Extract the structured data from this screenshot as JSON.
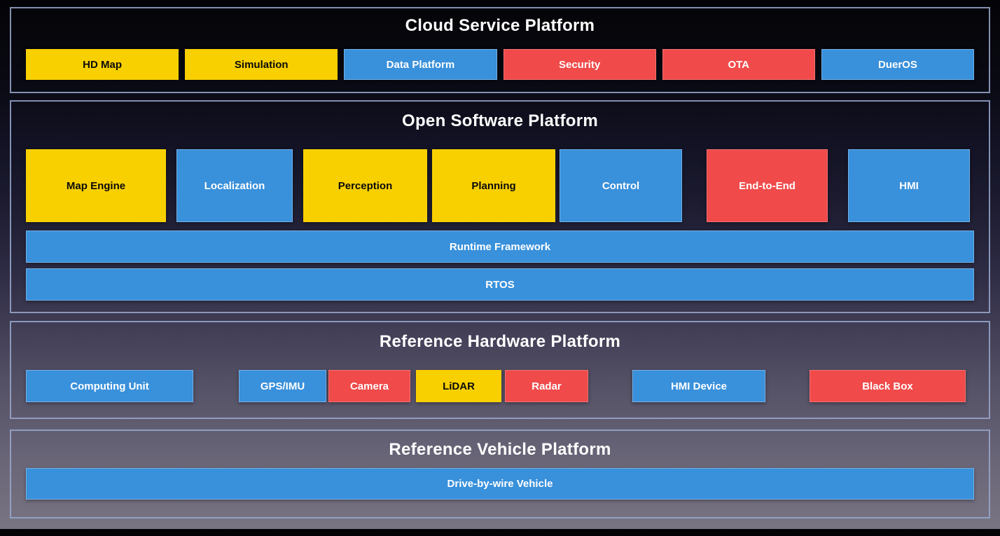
{
  "colors": {
    "yellow": "#F8D000",
    "blue": "#3990DB",
    "red": "#F04A4A",
    "panel_border": "#99A8CC",
    "background_top": "#040407",
    "background_bottom": "#787482"
  },
  "sections": [
    {
      "title": "Cloud Service Platform",
      "boxes": [
        {
          "label": "HD Map",
          "color": "yellow"
        },
        {
          "label": "Simulation",
          "color": "yellow"
        },
        {
          "label": "Data Platform",
          "color": "blue"
        },
        {
          "label": "Security",
          "color": "red"
        },
        {
          "label": "OTA",
          "color": "red"
        },
        {
          "label": "DuerOS",
          "color": "blue"
        }
      ]
    },
    {
      "title": "Open Software Platform",
      "boxes": [
        {
          "label": "Map Engine",
          "color": "yellow"
        },
        {
          "label": "Localization",
          "color": "blue"
        },
        {
          "label": "Perception",
          "color": "yellow"
        },
        {
          "label": "Planning",
          "color": "yellow"
        },
        {
          "label": "Control",
          "color": "blue"
        },
        {
          "label": "End-to-End",
          "color": "red"
        },
        {
          "label": "HMI",
          "color": "blue"
        }
      ],
      "bars": [
        {
          "label": "Runtime Framework",
          "color": "blue"
        },
        {
          "label": "RTOS",
          "color": "blue"
        }
      ]
    },
    {
      "title": "Reference Hardware Platform",
      "boxes": [
        {
          "label": "Computing Unit",
          "color": "blue"
        },
        {
          "label": "GPS/IMU",
          "color": "blue"
        },
        {
          "label": "Camera",
          "color": "red"
        },
        {
          "label": "LiDAR",
          "color": "yellow"
        },
        {
          "label": "Radar",
          "color": "red"
        },
        {
          "label": "HMI Device",
          "color": "blue"
        },
        {
          "label": "Black Box",
          "color": "red"
        }
      ]
    },
    {
      "title": "Reference Vehicle Platform",
      "bars": [
        {
          "label": "Drive-by-wire Vehicle",
          "color": "blue"
        }
      ]
    }
  ]
}
